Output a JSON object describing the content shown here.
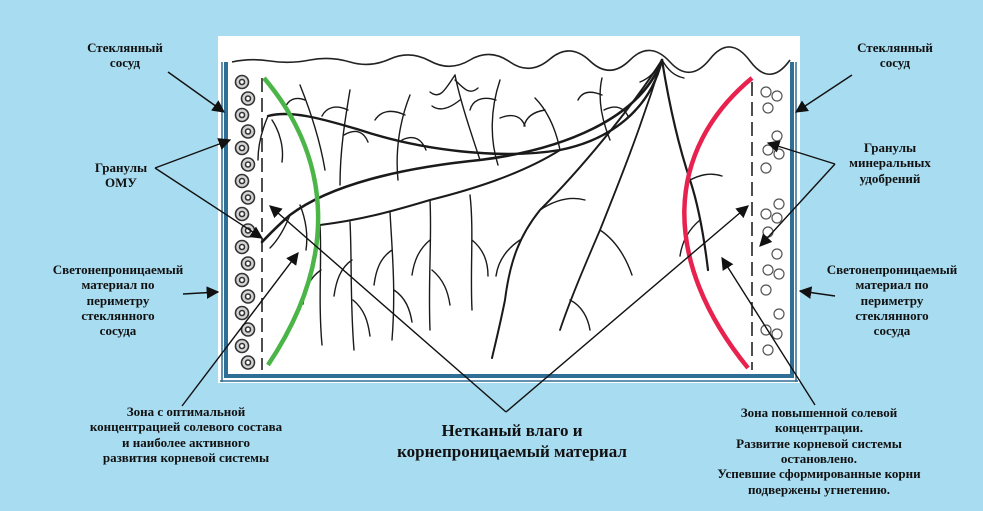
{
  "labels": {
    "glass_left": "Стеклянный\nсосуд",
    "glass_right": "Стеклянный\nсосуд",
    "granules_omu": "Гранулы\nОМУ",
    "granules_mineral": "Гранулы\nминеральных\nудобрений",
    "lightproof_left": "Светонепроницаемый\nматериал по\nпериметру\nстеклянного\nсосуда",
    "lightproof_right": "Светонепроницаемый\nматериал по\nпериметру\nстеклянного\nсосуда",
    "zone_optimal": "Зона с оптимальной\nконцентрацией солевого состава\nи наиболее активного\nразвития корневой системы",
    "nonwoven": "Нетканый влаго и\nкорнепроницаемый материал",
    "zone_high_salt": "Зона повышенной солевой\nконцентрации.\nРазвитие корневой системы\nостановлено.\nУспевшие сформированные корни\nподвержены угнетению."
  },
  "colors": {
    "background": "#a8dcf1",
    "glass_wall": "#2f6f96",
    "optimal_zone_curve": "#4bb548",
    "salt_zone_curve": "#e8224f",
    "roots": "#1a1a1a"
  }
}
